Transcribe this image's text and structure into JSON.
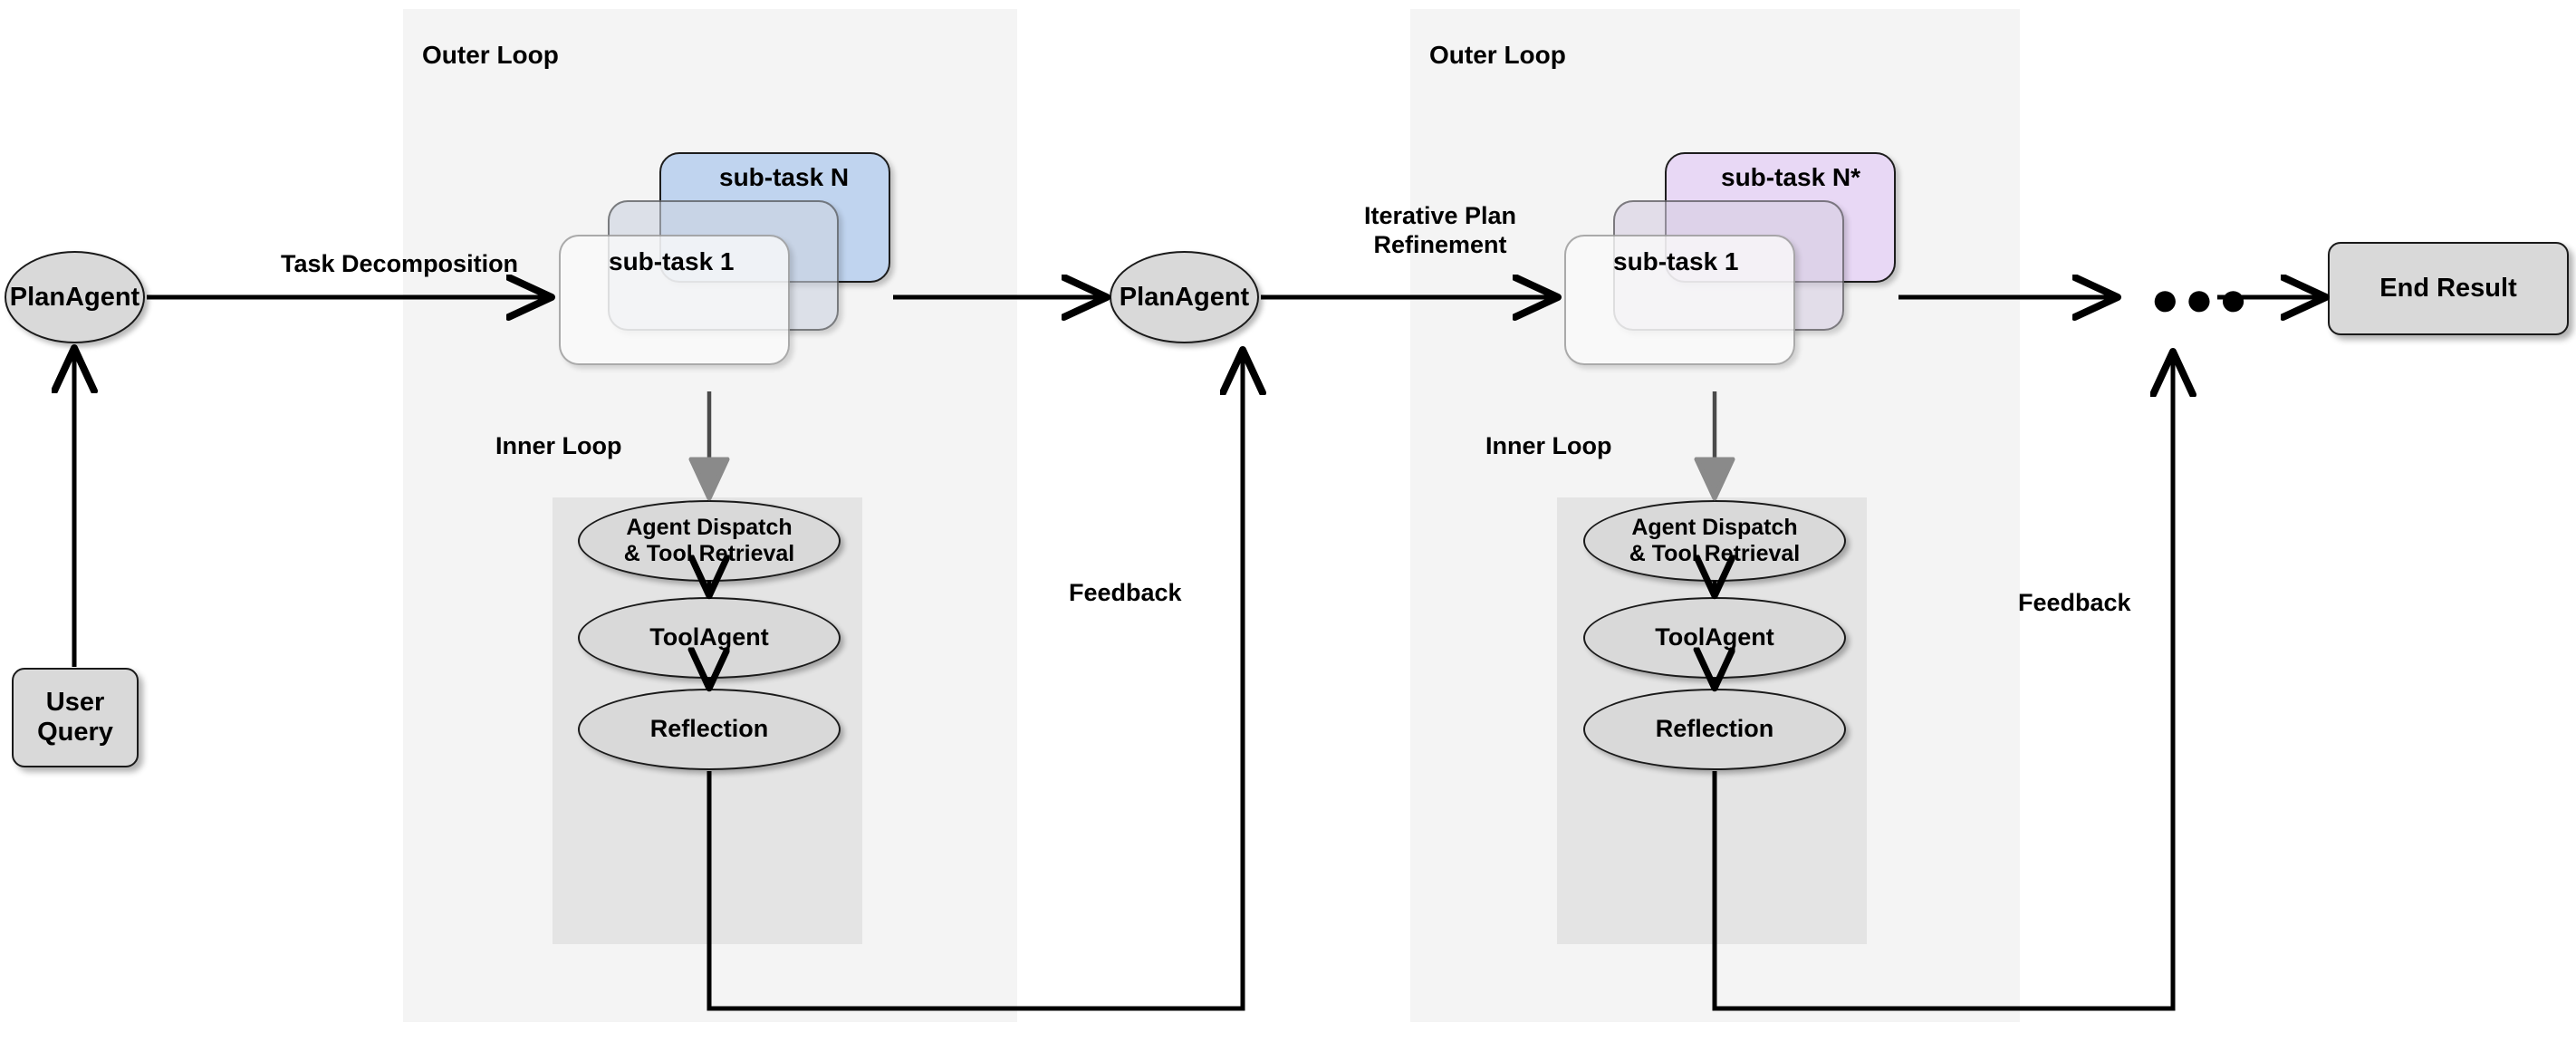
{
  "diagram": {
    "title": "Hierarchical Plan-and-Execute Agent Loop",
    "background": "#ffffff"
  },
  "colors": {
    "panel_bg": "#f4f4f4",
    "inner_box_bg": "#e4e4e4",
    "node_fill": "#d9d9d9",
    "node_stroke": "#1a1a1a",
    "card_blue": "#c0d4ef",
    "card_purple": "#e8d8f5",
    "card_front": "#f8f8f8",
    "edge": "#000000"
  },
  "panels": [
    {
      "label": "Outer Loop"
    },
    {
      "label": "Outer Loop"
    }
  ],
  "inner_loop_labels": [
    {
      "label": "Inner Loop"
    },
    {
      "label": "Inner Loop"
    }
  ],
  "nodes": {
    "user_query": "User Query",
    "plan_agent_1": "PlanAgent",
    "plan_agent_2": "PlanAgent",
    "end_result": "End Result",
    "ellipsis": "●●●"
  },
  "stack_left": {
    "back_card_label": "sub-task N",
    "front_card_label": "sub-task 1",
    "back_color": "#c0d4ef",
    "front_color": "#f8f8f8"
  },
  "stack_right": {
    "back_card_label": "sub-task N*",
    "front_card_label": "sub-task 1",
    "back_color": "#e8d8f5",
    "front_color": "#f8f8f8"
  },
  "inner_loop_1": {
    "nodes": [
      "Agent Dispatch\n& Tool Retrieval",
      "ToolAgent",
      "Reflection"
    ],
    "node_line1": "Agent Dispatch",
    "node_line2": "& Tool Retrieval",
    "tool_agent": "ToolAgent",
    "reflection": "Reflection"
  },
  "inner_loop_2": {
    "node_line1": "Agent Dispatch",
    "node_line2": "& Tool Retrieval",
    "tool_agent": "ToolAgent",
    "reflection": "Reflection"
  },
  "edge_labels": {
    "task_decomposition": "Task Decomposition",
    "iterative_plan_refinement_line1": "Iterative Plan",
    "iterative_plan_refinement_line2": "Refinement",
    "feedback_1": "Feedback",
    "feedback_2": "Feedback"
  }
}
